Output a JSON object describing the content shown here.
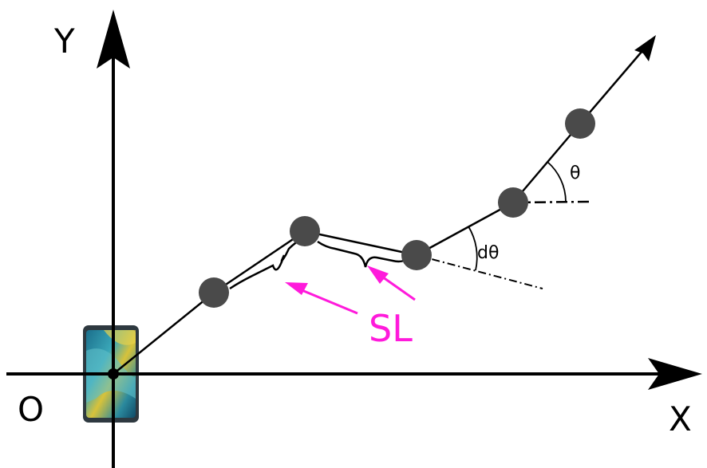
{
  "labels": {
    "y_axis": "Y",
    "x_axis": "X",
    "origin": "O",
    "theta": "θ",
    "dtheta": "dθ",
    "step_length": "SL"
  },
  "icons": {
    "phone": "smartphone-icon"
  },
  "colors": {
    "axis": "#000000",
    "path": "#000000",
    "step_point": "#4a4a4a",
    "annotation": "#ff1adb"
  }
}
